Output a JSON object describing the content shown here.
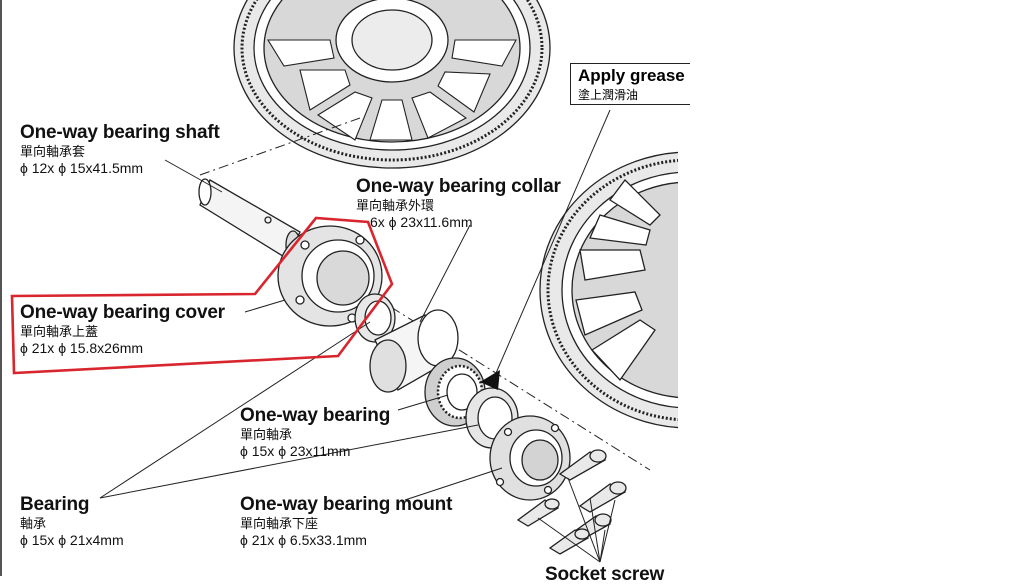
{
  "parts": {
    "shaft": {
      "en": "One-way bearing shaft",
      "zh": "單向軸承套",
      "dim": "ϕ 12x ϕ 15x41.5mm"
    },
    "collar": {
      "en": "One-way bearing collar",
      "zh": "單向軸承外環",
      "dim": "6x ϕ 23x11.6mm"
    },
    "cover": {
      "en": "One-way bearing cover",
      "zh": "單向軸承上蓋",
      "dim": "ϕ 21x ϕ 15.8x26mm"
    },
    "bearing_oneway": {
      "en": "One-way bearing",
      "zh": "單向軸承",
      "dim": "ϕ 15x ϕ 23x11mm"
    },
    "bearing": {
      "en": "Bearing",
      "zh": "軸承",
      "dim": "ϕ 15x ϕ 21x4mm"
    },
    "mount": {
      "en": "One-way bearing mount",
      "zh": "單向軸承下座",
      "dim": "ϕ 21x ϕ 6.5x33.1mm"
    },
    "screw": {
      "en": "Socket screw"
    }
  },
  "callout": {
    "en": "Apply grease",
    "zh": "塗上潤滑油"
  },
  "highlight_color": "#d9262e"
}
